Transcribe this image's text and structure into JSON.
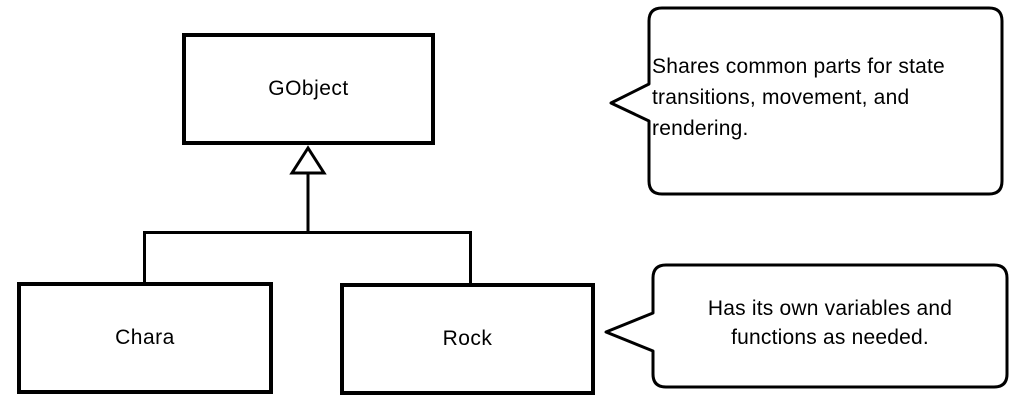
{
  "diagram": {
    "type": "class-inheritance-hierarchy",
    "parent": {
      "name": "GObject"
    },
    "children": [
      {
        "name": "Chara"
      },
      {
        "name": "Rock"
      }
    ],
    "relation": "inheritance (hollow triangle arrow pointing to GObject)"
  },
  "callouts": [
    {
      "points_to": "GObject",
      "text": "Shares common parts for state transitions, movement, and rendering.",
      "lines": [
        "Shares common parts for state",
        "transitions, movement, and",
        "rendering."
      ]
    },
    {
      "points_to": "Rock",
      "text": "Has its own variables and functions as needed.",
      "lines": [
        "Has its own variables and",
        "functions as needed."
      ]
    }
  ],
  "colors": {
    "stroke": "#000000",
    "background": "#ffffff",
    "text": "#000000"
  }
}
